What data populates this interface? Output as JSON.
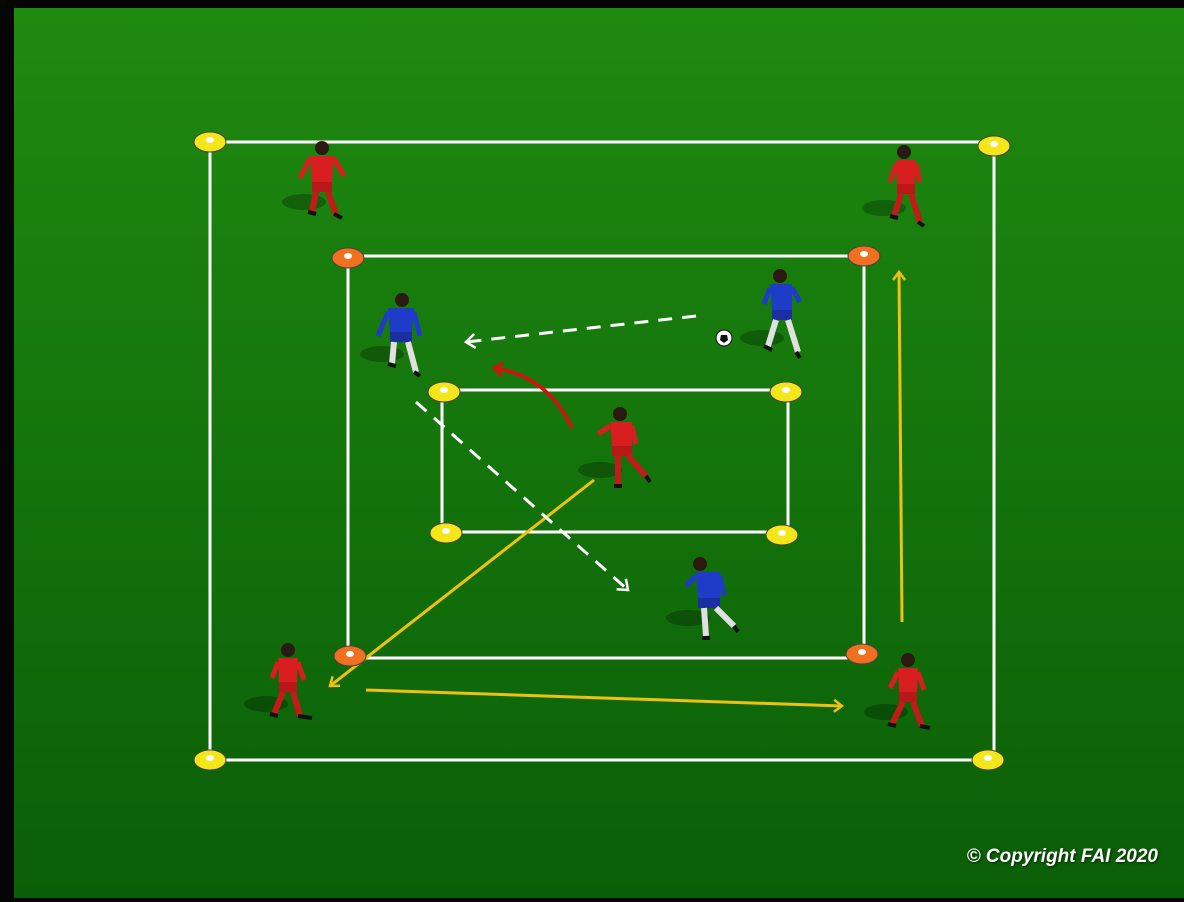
{
  "diagram": {
    "copyright": "© Copyright FAI 2020",
    "colors": {
      "pitch_top": "#1f8a10",
      "pitch_bottom": "#0a5e07",
      "line": "#ffffff",
      "cone_yellow": "#f5e61a",
      "cone_orange": "#f07020",
      "team_red": "#d81e1e",
      "team_blue": "#1e3cc8",
      "pass_arrow": "#f0c010",
      "run_arrow": "#d81010",
      "dashed_arrow": "#ffffff"
    },
    "zones": [
      {
        "name": "outer-square",
        "cone_color": "yellow"
      },
      {
        "name": "middle-square",
        "cone_color": "orange"
      },
      {
        "name": "inner-rectangle",
        "cone_color": "yellow"
      }
    ],
    "players": [
      {
        "team": "red",
        "role": "outer-top-left"
      },
      {
        "team": "red",
        "role": "outer-top-right"
      },
      {
        "team": "red",
        "role": "outer-bottom-left"
      },
      {
        "team": "red",
        "role": "outer-bottom-right"
      },
      {
        "team": "red",
        "role": "center"
      },
      {
        "team": "blue",
        "role": "middle-top-left"
      },
      {
        "team": "blue",
        "role": "middle-top-right-with-ball"
      },
      {
        "team": "blue",
        "role": "middle-bottom-right"
      }
    ]
  }
}
